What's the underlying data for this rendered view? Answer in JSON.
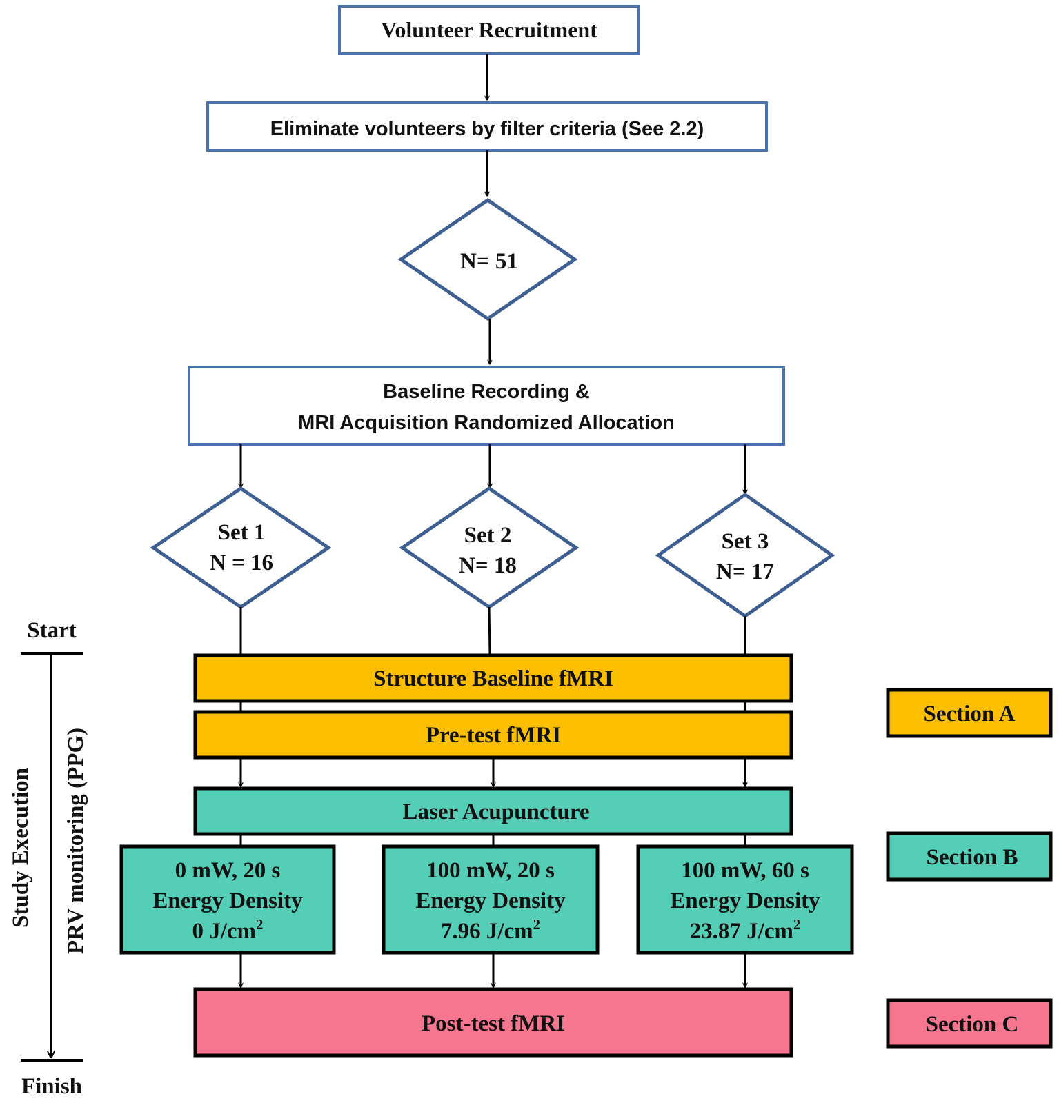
{
  "colors": {
    "blue_outline": "#4a72b0",
    "section_a": "#fbbf00",
    "section_b": "#54ceb6",
    "section_c": "#f7768f"
  },
  "flow": {
    "recruitment": "Volunteer Recruitment",
    "eliminate": "Eliminate volunteers by filter criteria (See 2.2)",
    "total": "N= 51",
    "baseline_line1": "Baseline Recording &",
    "baseline_line2": "MRI Acquisition Randomized Allocation",
    "sets": [
      {
        "name": "Set 1",
        "n": "N = 16"
      },
      {
        "name": "Set 2",
        "n": "N= 18"
      },
      {
        "name": "Set 3",
        "n": "N= 17"
      }
    ],
    "structure_baseline": "Structure Baseline fMRI",
    "pretest": "Pre-test fMRI",
    "laser": "Laser Acupuncture",
    "doses": [
      {
        "line1": "0 mW, 20 s",
        "line2": "Energy Density",
        "value": "0 J/cm",
        "sup": "2"
      },
      {
        "line1": "100 mW, 20 s",
        "line2": "Energy Density",
        "value": "7.96 J/cm",
        "sup": "2"
      },
      {
        "line1": "100 mW, 60 s",
        "line2": "Energy Density",
        "value": "23.87 J/cm",
        "sup": "2"
      }
    ],
    "posttest": "Post-test fMRI"
  },
  "sections": {
    "a": "Section A",
    "b": "Section B",
    "c": "Section C"
  },
  "timeline": {
    "start": "Start",
    "finish": "Finish",
    "label_outer": "Study Execution",
    "label_inner": "PRV monitoring (PPG)"
  }
}
